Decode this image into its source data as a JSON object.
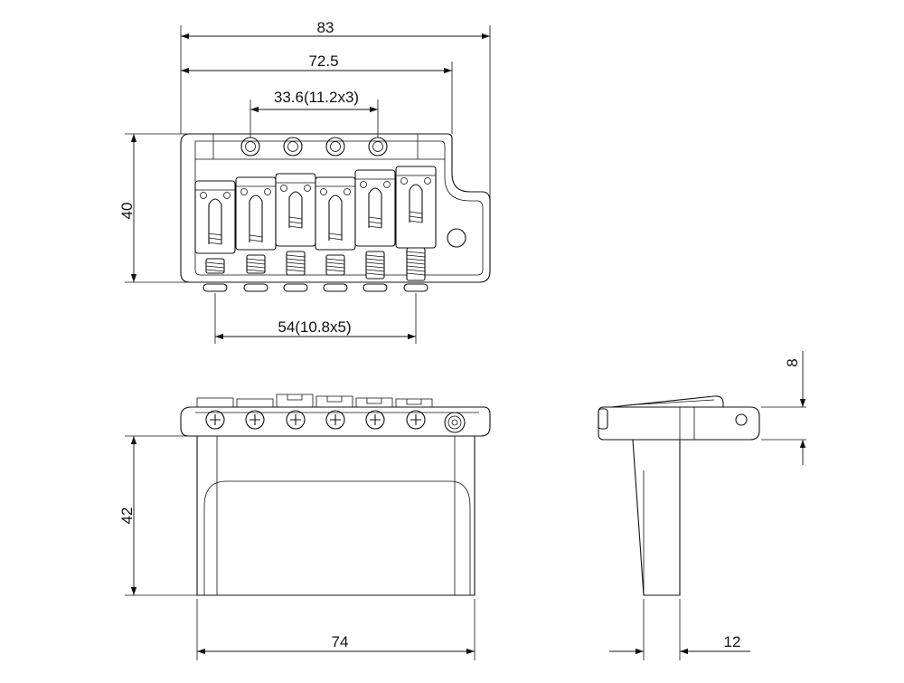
{
  "dimensions": {
    "top_overall_width": "83",
    "top_plate_width": "72.5",
    "top_screw_spacing": "33.6(11.2x3)",
    "top_depth": "40",
    "top_string_spacing": "54(10.8x5)",
    "front_block_height": "42",
    "front_block_width": "74",
    "side_height": "8",
    "side_block_depth": "12"
  }
}
